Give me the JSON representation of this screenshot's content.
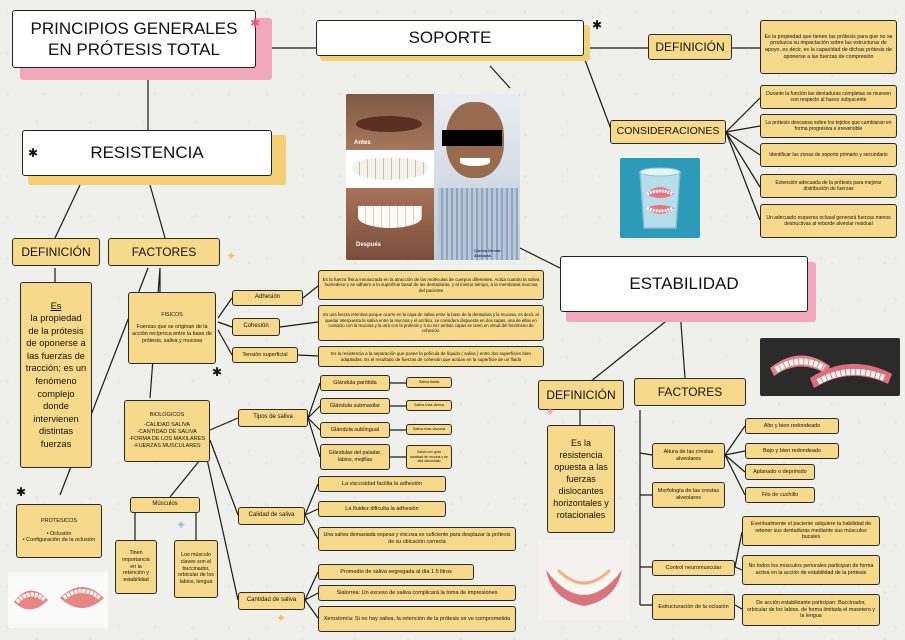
{
  "title": "PRINCIPIOS GENERALES EN PRÓTESIS TOTAL",
  "soporte": {
    "label": "SOPORTE",
    "definicion_label": "DEFINICIÓN",
    "definicion_text": "Es la propiedad que tienen las prótesis para que no se produzca su impactación sobre las estructuras de apoyo, es decir, es la capacidad de dichas prótesis de oponerse a las fuerzas de compresión",
    "consideraciones_label": "CONSIDERACIONES",
    "consideraciones": [
      "Durante la función las dentaduras completas se mueven con respecto al hueso subyacente",
      "La prótesis descansa sobre los tejidos que cambiaran en forma progresiva e irreversible",
      "Identificar las zonas de soporte primario y secundario",
      "Extensión adecuada de la prótesis para mejorar distribución de fuerzas",
      "Un adecuado esquema oclusal generará fuerzas menos destructivas al reborde alveolar residual"
    ]
  },
  "photo_labels": {
    "antes": "Antes",
    "despues": "Después",
    "clinic": "Clínica Dental Alamana"
  },
  "resistencia": {
    "label": "RESISTENCIA",
    "definicion_label": "DEFINICIÓN",
    "definicion_es": "Es",
    "definicion_text": "la propiedad de la prótesis de oponerse a las fuerzas de tracción; es un fenómeno complejo donde intervienen distintas fuerzas",
    "factores_label": "FACTORES",
    "fisicos": {
      "label": "FISICOS",
      "text": "Fuerzas que se originan de la acción recíproca entre la base de prótesis, saliva y mucosa",
      "adhesion": "Adhesión",
      "adhesion_text": "Es la fuerza física involucrada en la atracción de las moléculas de cuerpos diferentes. Actúa cuando la saliva humedece y se adhiere a la superficie basal de las dentaduras, y al mismo tiempo, a la membrana mucosa del paciente",
      "cohesion": "Cohesión",
      "cohesion_text": "Es una fuerza retentiva porque ocurre en la capa de saliva entre la base de la dentadura y la mucosa, es decir, al quedar interpuesta la saliva entre la mucosa y el acrílico, se considera dispuesta en dos capas, una de ellas en contacto con la mucosa y la otra con la prótesis y a su vez ambas capas se unen en virtud del fenómeno de cohesión.",
      "tension": "Tensión superficial",
      "tension_text": "Es la resistencia a la separación que posee la película de líquido ( saliva ) entre dos superficies bien adaptadas. Es el resultado de fuerzas de cohesión que actúan en la superficie de un fluido"
    },
    "biologicos": {
      "label": "BIOLOGICOS",
      "items": [
        "-CALIDAD SALIVA",
        "-CANTIDAD DE SALIVA",
        "-FORMA DE LOS MAXILARES",
        "-FUERZAS MUSCULARES"
      ],
      "tipos_label": "Tipos de saliva",
      "glandulas": [
        {
          "name": "Glándula parótida",
          "desc": "Saliva fluida"
        },
        {
          "name": "Glándula submaxilar",
          "desc": "Saliva más densa"
        },
        {
          "name": "Glándula sublingual",
          "desc": "Saliva más viscosa"
        },
        {
          "name": "Glándulas del paladar, labios, mejillas",
          "desc": "Saliva con gran cantidad de mucina y de alta viscosidad"
        }
      ],
      "calidad_label": "Calidad de saliva",
      "calidad": [
        "La viscosidad facilita la adhesión",
        "La fluidez dificulta la adhesión",
        "Una saliva demasiada espesa y viscosa es suficiente para desplazar la prótesis de su ubicación correcta"
      ],
      "cantidad_label": "Cantidad de saliva",
      "cantidad": [
        "Promedio de saliva segregada al día 1.5 litros",
        "Sialorrea: Un exceso de saliva complicará la toma de impresiones",
        "Xerostomía: Si no hay saliva, la retención de la prótesis se ve comprometida"
      ],
      "musculos_label": "Músculos",
      "musculos": [
        "Tinen importancia en la retención y estabilidad",
        "Los músculo claves son el buccinador, orbicular de los labios, lengua"
      ]
    },
    "protesicos": {
      "label": "PROTESICOS",
      "items": [
        "Oclusión",
        "Configuración de la oclusión"
      ]
    }
  },
  "estabilidad": {
    "label": "ESTABILIDAD",
    "definicion_label": "DEFINICIÓN",
    "definicion_text": "Es la resistencia opuesta a las fuerzas dislocantes horizontales y rotacionales",
    "factores_label": "FACTORES",
    "factores": [
      {
        "name": "Altura de las crestas alveolares",
        "items": [
          "Alto y bien redondeado",
          "Bajo y bien redondeado",
          "Aplanado o deprimido",
          "Filo de cuchillo"
        ]
      },
      {
        "name": "Morfología de las crestas alveolares",
        "items": []
      },
      {
        "name": "Control neuromuscular",
        "items": [
          "Eventualmente el paciente adquiere la habilidad de retener sus dentaduras mediante sus músculos bucales",
          "No todos los músculos periorales participan de forma activa en la acción de estabilidad de la prótesis"
        ]
      },
      {
        "name": "Estructuración de la oclusión",
        "items": [
          "De acción estabilizante participan: Buccinador, orbicular de los labios, de forma limitada el masetero y la lengua"
        ]
      }
    ]
  }
}
